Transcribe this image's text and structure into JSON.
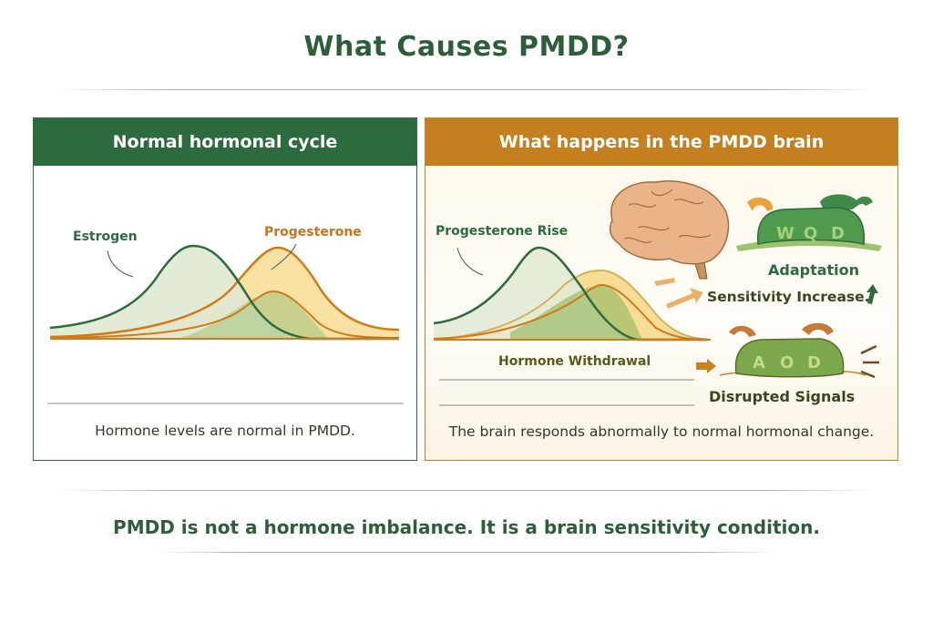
{
  "title": "What Causes PMDD?",
  "left_panel": {
    "header": "Normal hormonal cycle",
    "labels": {
      "estrogen": "Estrogen",
      "progesterone": "Progesterone"
    },
    "caption": "Hormone levels are normal in PMDD."
  },
  "right_panel": {
    "header": "What happens in the PMDD brain",
    "labels": {
      "progesterone_rise": "Progesterone Rise",
      "hormone_withdrawal": "Hormone Withdrawal",
      "adaptation": "Adaptation",
      "sensitivity_increase": "Sensitivity Increase.",
      "disrupted_signals": "Disrupted Signals"
    },
    "receptor_top_letters": [
      "W",
      "Q",
      "D"
    ],
    "receptor_bottom_letters": [
      "A",
      "O",
      "D"
    ],
    "caption": "The brain responds abnormally to normal hormonal change."
  },
  "conclusion": "PMDD is not a hormone imbalance. It is a brain sensitivity condition.",
  "colors": {
    "green": "#2b6b3d",
    "orange": "#c47f1f",
    "progesterone": "#d07a1a",
    "light_yellow": "#f7d98a"
  }
}
